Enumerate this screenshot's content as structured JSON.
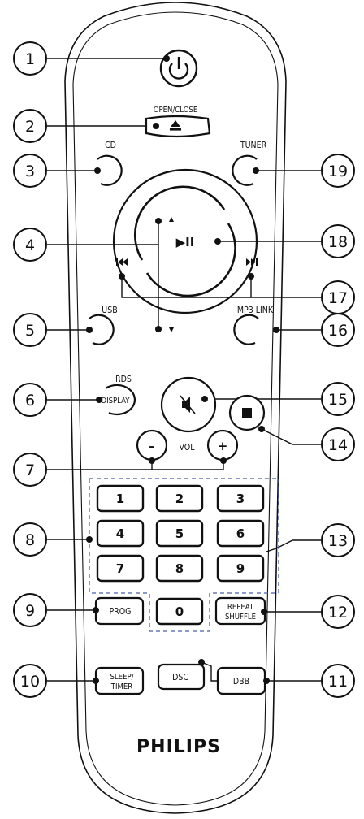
{
  "brand": "PHILIPS",
  "labels": {
    "open_close": "OPEN/CLOSE",
    "cd": "CD",
    "tuner": "TUNER",
    "usb": "USB",
    "mp3_link": "MP3 LINK",
    "rds": "RDS",
    "display": "DISPLAY",
    "vol": "VOL",
    "minus": "–",
    "plus": "+",
    "prog": "PROG",
    "repeat": "REPEAT",
    "shuffle": "SHUFFLE",
    "sleep": "SLEEP/",
    "timer": "TIMER",
    "dsc": "DSC",
    "dbb": "DBB",
    "play_pause": "▶II"
  },
  "keypad": [
    "1",
    "2",
    "3",
    "4",
    "5",
    "6",
    "7",
    "8",
    "9",
    "0"
  ],
  "callouts": [
    "1",
    "2",
    "3",
    "4",
    "5",
    "6",
    "7",
    "8",
    "9",
    "10",
    "11",
    "12",
    "13",
    "14",
    "15",
    "16",
    "17",
    "18",
    "19"
  ],
  "colors": {
    "ink": "#111111",
    "background": "#ffffff",
    "dashed_box": "#4a5fa8"
  }
}
